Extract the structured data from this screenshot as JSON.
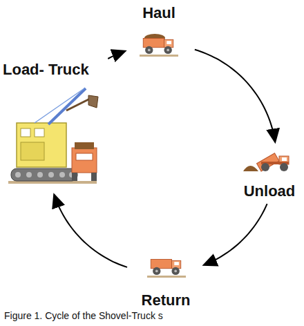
{
  "diagram": {
    "caption": "Figure 1. Cycle of the Shovel-Truck s",
    "nodes": [
      {
        "text": [
          "Haul"
        ]
      },
      {
        "text": [
          "Load- Truck"
        ]
      },
      {
        "text": [
          "Unload"
        ]
      },
      {
        "text": [
          "Return"
        ]
      }
    ],
    "edges": [
      {
        "from": 1,
        "to": 0,
        "arrow": "to"
      },
      {
        "from": 0,
        "to": 2,
        "arrow": "to"
      },
      {
        "from": 2,
        "to": 3,
        "arrow": "to"
      },
      {
        "from": 3,
        "to": 1,
        "arrow": "to"
      }
    ]
  }
}
